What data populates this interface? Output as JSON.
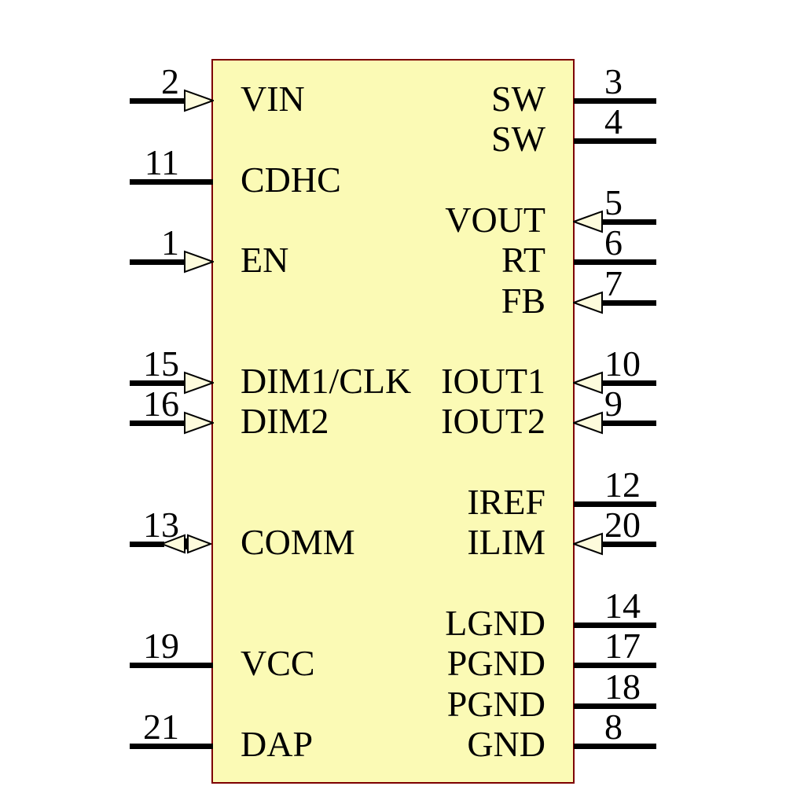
{
  "symbol": {
    "body_fill": "#FBFAB5",
    "body_border_color": "#7D0000",
    "pin_line_color": "#000000",
    "arrow_fill": "#FDFBDC",
    "arrow_stroke": "#000000",
    "text_color": "#000000"
  },
  "pins": {
    "left": [
      {
        "number": "2",
        "name": "VIN",
        "row": 0,
        "arrow": "in"
      },
      {
        "number": "11",
        "name": "CDHC",
        "row": 2,
        "arrow": "none"
      },
      {
        "number": "1",
        "name": "EN",
        "row": 4,
        "arrow": "in"
      },
      {
        "number": "15",
        "name": "DIM1/CLK",
        "row": 7,
        "arrow": "in"
      },
      {
        "number": "16",
        "name": "DIM2",
        "row": 8,
        "arrow": "in"
      },
      {
        "number": "13",
        "name": "COMM",
        "row": 11,
        "arrow": "bidir"
      },
      {
        "number": "19",
        "name": "VCC",
        "row": 14,
        "arrow": "none"
      },
      {
        "number": "21",
        "name": "DAP",
        "row": 16,
        "arrow": "none"
      }
    ],
    "right": [
      {
        "number": "3",
        "name": "SW",
        "row": 0,
        "arrow": "none"
      },
      {
        "number": "4",
        "name": "SW",
        "row": 1,
        "arrow": "none"
      },
      {
        "number": "5",
        "name": "VOUT",
        "row": 3,
        "arrow": "in"
      },
      {
        "number": "6",
        "name": "RT",
        "row": 4,
        "arrow": "none"
      },
      {
        "number": "7",
        "name": "FB",
        "row": 5,
        "arrow": "in"
      },
      {
        "number": "10",
        "name": "IOUT1",
        "row": 7,
        "arrow": "in"
      },
      {
        "number": "9",
        "name": "IOUT2",
        "row": 8,
        "arrow": "in"
      },
      {
        "number": "12",
        "name": "IREF",
        "row": 10,
        "arrow": "none"
      },
      {
        "number": "20",
        "name": "ILIM",
        "row": 11,
        "arrow": "in"
      },
      {
        "number": "14",
        "name": "LGND",
        "row": 13,
        "arrow": "none"
      },
      {
        "number": "17",
        "name": "PGND",
        "row": 14,
        "arrow": "none"
      },
      {
        "number": "18",
        "name": "PGND",
        "row": 15,
        "arrow": "none"
      },
      {
        "number": "8",
        "name": "GND",
        "row": 16,
        "arrow": "none"
      }
    ]
  }
}
